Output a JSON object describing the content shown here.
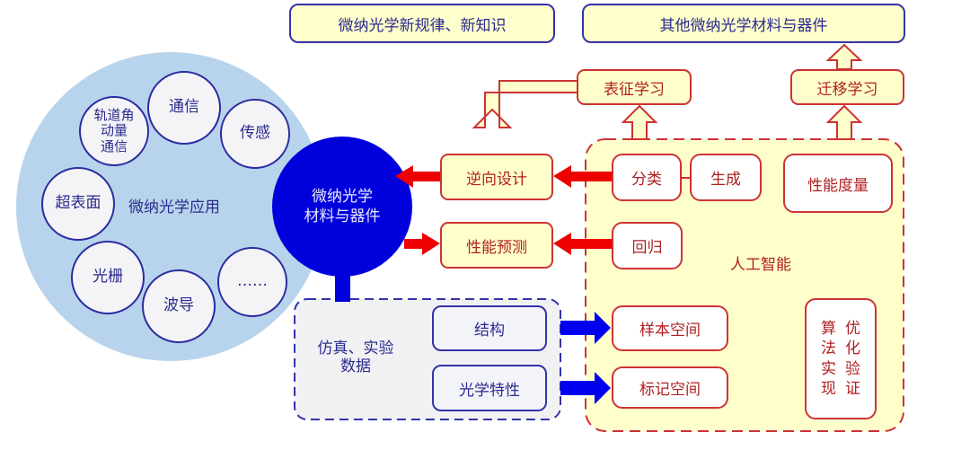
{
  "top_boxes": {
    "new_laws": "微纳光学新规律、新知识",
    "other_materials": "其他微纳光学材料与器件"
  },
  "learning": {
    "representation": "表征学习",
    "transfer": "迁移学习"
  },
  "applications": {
    "center_label": "微纳光学应用",
    "items": [
      "通信",
      "传感",
      "轨道角动量通信",
      "超表面",
      "光栅",
      "波导",
      "……"
    ],
    "oam_lines": [
      "轨道角",
      "动量",
      "通信"
    ]
  },
  "core": {
    "line1": "微纳光学",
    "line2": "材料与器件"
  },
  "tasks": {
    "inverse_design": "逆向设计",
    "performance_prediction": "性能预测"
  },
  "ai": {
    "title": "人工智能",
    "classification": "分类",
    "generation": "生成",
    "performance_metric": "性能度量",
    "regression": "回归",
    "sample_space": "样本空间",
    "label_space": "标记空间",
    "algo_col1": [
      "算",
      "法",
      "实",
      "现"
    ],
    "algo_col2": [
      "优",
      "化",
      "验",
      "证"
    ]
  },
  "data_source": {
    "title_line1": "仿真、实验",
    "title_line2": "数据",
    "structure": "结构",
    "optical_properties": "光学特性"
  },
  "colors": {
    "app_circle": "#b8d4ec",
    "core_circle": "#0000dd",
    "box_fill": "#ffffcc",
    "red": "#ee0000",
    "blue": "#0000ee",
    "ai_region": "#ffffcc"
  }
}
